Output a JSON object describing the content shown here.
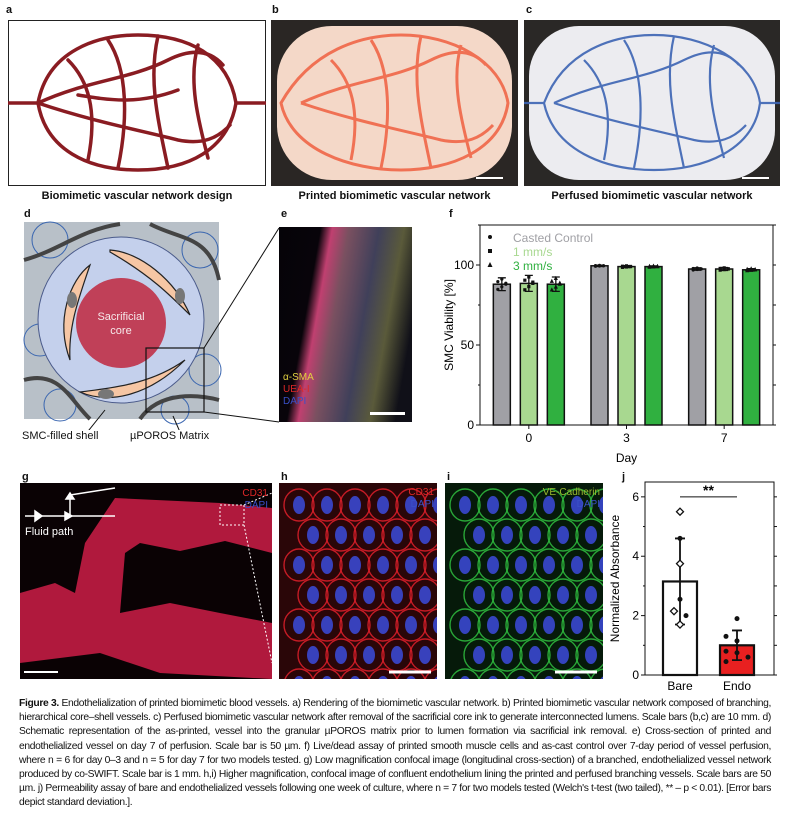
{
  "panels": {
    "a": {
      "letter": "a",
      "caption": "Biomimetic vascular network design"
    },
    "b": {
      "letter": "b",
      "caption": "Printed biomimetic vascular network"
    },
    "c": {
      "letter": "c",
      "caption": "Perfused biomimetic vascular network"
    },
    "d": {
      "letter": "d",
      "core_label": "Sacrificial core",
      "core_line1": "Sacrificial",
      "core_line2": "core",
      "shell_label": "SMC-filled shell",
      "matrix_label": "µPOROS Matrix"
    },
    "e": {
      "letter": "e",
      "stains": [
        {
          "text": "α-SMA",
          "color": "#e0d040"
        },
        {
          "text": "UEA-I",
          "color": "#e02828"
        },
        {
          "text": "DAPI",
          "color": "#3a50c8"
        }
      ]
    },
    "f": {
      "letter": "f"
    },
    "g": {
      "letter": "g",
      "fluid_path": "Fluid path",
      "stains": [
        {
          "text": "CD31",
          "color": "#e02828"
        },
        {
          "text": "DAPI",
          "color": "#3a50c8"
        }
      ]
    },
    "h": {
      "letter": "h",
      "stains": [
        {
          "text": "CD31",
          "color": "#e02828"
        },
        {
          "text": "DAPI",
          "color": "#3a50c8"
        }
      ]
    },
    "i": {
      "letter": "i",
      "stains": [
        {
          "text": "VE-Cadherin",
          "color": "#9ab830"
        },
        {
          "text": "DAPI",
          "color": "#3a50c8"
        }
      ]
    },
    "j": {
      "letter": "j"
    }
  },
  "chart_data": [
    {
      "type": "bar",
      "panel": "f",
      "title": "",
      "xlabel": "Day",
      "ylabel": "SMC Viability [%]",
      "categories": [
        "0",
        "3",
        "7"
      ],
      "ylim": [
        0,
        125
      ],
      "yticks": [
        0,
        50,
        100
      ],
      "legend_position": "top-left",
      "series": [
        {
          "name": "Casted Control",
          "color": "#a0a0a5",
          "marker": "circle",
          "values": [
            88,
            99.5,
            97.5
          ],
          "sd": [
            4,
            0.4,
            0.8
          ]
        },
        {
          "name": "1 mm/s",
          "color": "#a8d890",
          "marker": "square",
          "values": [
            88.5,
            99,
            97.5
          ],
          "sd": [
            5,
            0.6,
            0.9
          ]
        },
        {
          "name": "3 mm/s",
          "color": "#30b040",
          "marker": "triangle",
          "values": [
            88,
            99,
            97
          ],
          "sd": [
            4.5,
            0.4,
            0.7
          ]
        }
      ]
    },
    {
      "type": "bar",
      "panel": "j",
      "title": "",
      "xlabel": "",
      "ylabel": "Normalized Absorbance",
      "categories": [
        "Bare",
        "Endo"
      ],
      "ylim": [
        0,
        6.5
      ],
      "yticks": [
        0,
        2,
        4,
        6
      ],
      "values": [
        3.15,
        1.0
      ],
      "sd": [
        1.45,
        0.5
      ],
      "colors": [
        "#ffffff",
        "#e82020"
      ],
      "points": [
        [
          5.5,
          4.6,
          3.75,
          2.55,
          2.15,
          2.0,
          1.7
        ],
        [
          1.9,
          1.3,
          1.15,
          0.8,
          0.75,
          0.6,
          0.45
        ]
      ],
      "significance": "**"
    }
  ],
  "caption": {
    "figure_label": "Figure 3.",
    "text": "Endothelialization of printed biomimetic blood vessels. a) Rendering of the biomimetic vascular network. b) Printed biomimetic vascular network composed of branching, hierarchical core–shell vessels. c) Perfused biomimetic vascular network after removal of the sacrificial core ink to generate interconnected lumens. Scale bars (b,c) are 10 mm. d) Schematic representation of the as-printed, vessel into the granular µPOROS matrix prior to lumen formation via sacrificial ink removal. e) Cross-section of printed and endothelialized vessel on day 7 of perfusion. Scale bar is 50 µm. f) Live/dead assay of printed smooth muscle cells and as-cast control over 7-day period of vessel perfusion, where n = 6 for day 0–3 and n = 5 for day 7 for two models tested. g) Low magnification confocal image (longitudinal cross-section) of a branched, endothelialized vessel network produced by co-SWIFT. Scale bar is 1 mm. h,i) Higher magnification, confocal image of confluent endothelium lining the printed and perfused branching vessels. Scale bars are 50 µm. j) Permeability assay of bare and endothelialized vessels following one week of culture, where n = 7 for two models tested (Welch's t-test (two tailed), ** – p < 0.01). [Error bars depict standard deviation.]."
  }
}
